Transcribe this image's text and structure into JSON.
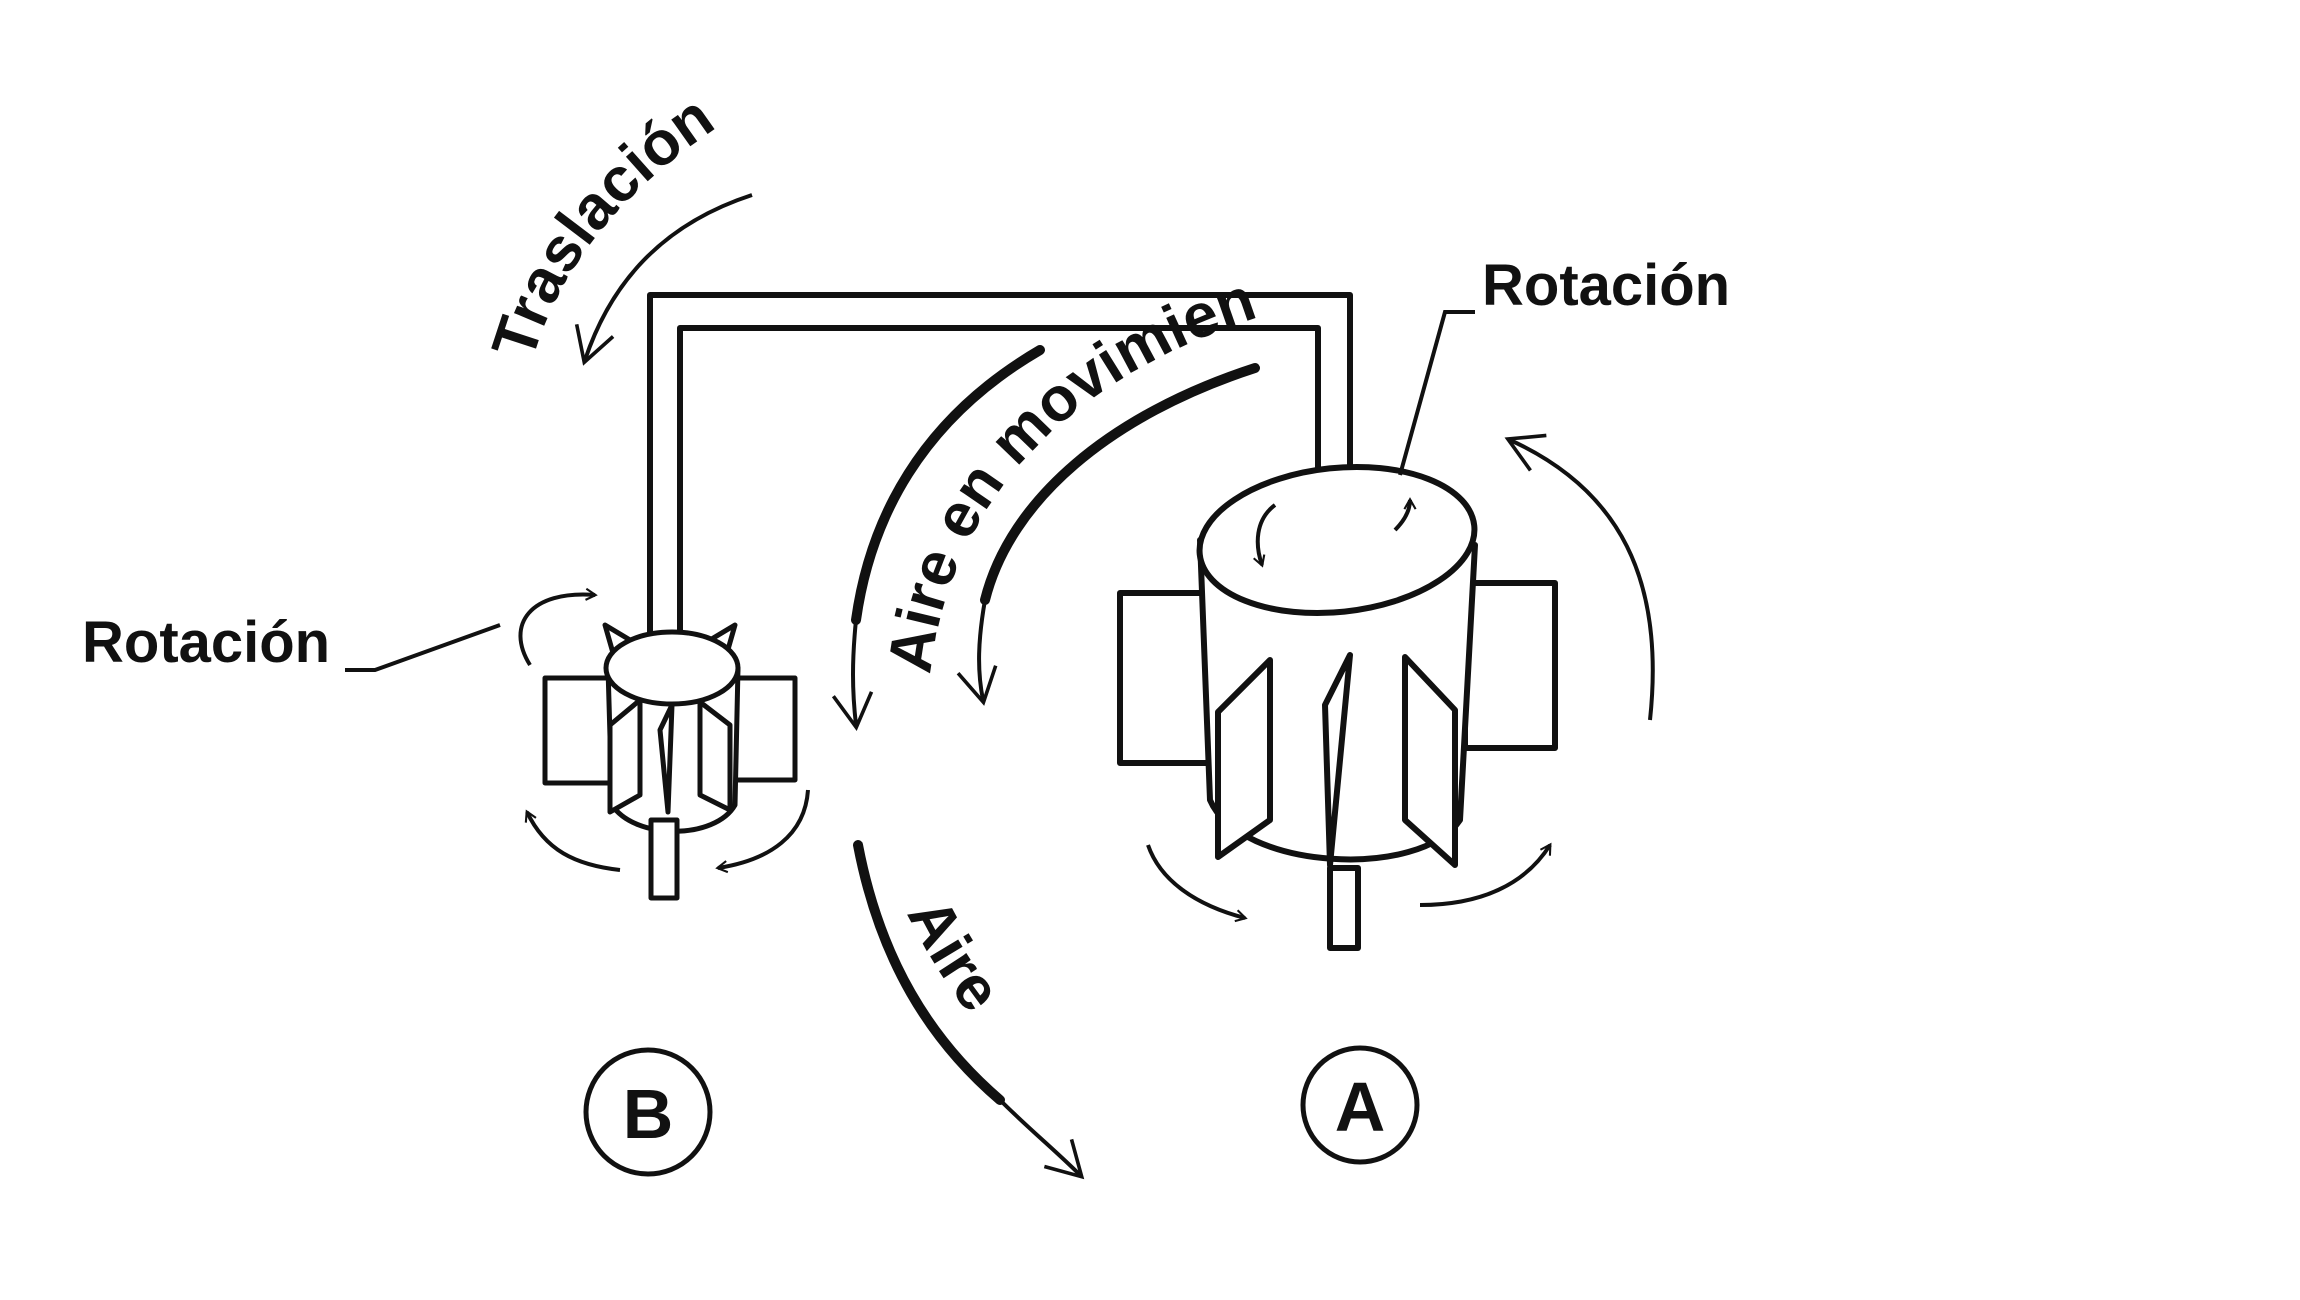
{
  "labels": {
    "traslacion": "Traslación",
    "rotacion_right": "Rotación",
    "rotacion_left": "Rotación",
    "aire_movimiento": "Aire en movimiento",
    "aire": "Aire",
    "circle_a": "A",
    "circle_b": "B"
  },
  "colors": {
    "ink": "#111111",
    "background": "#ffffff"
  }
}
